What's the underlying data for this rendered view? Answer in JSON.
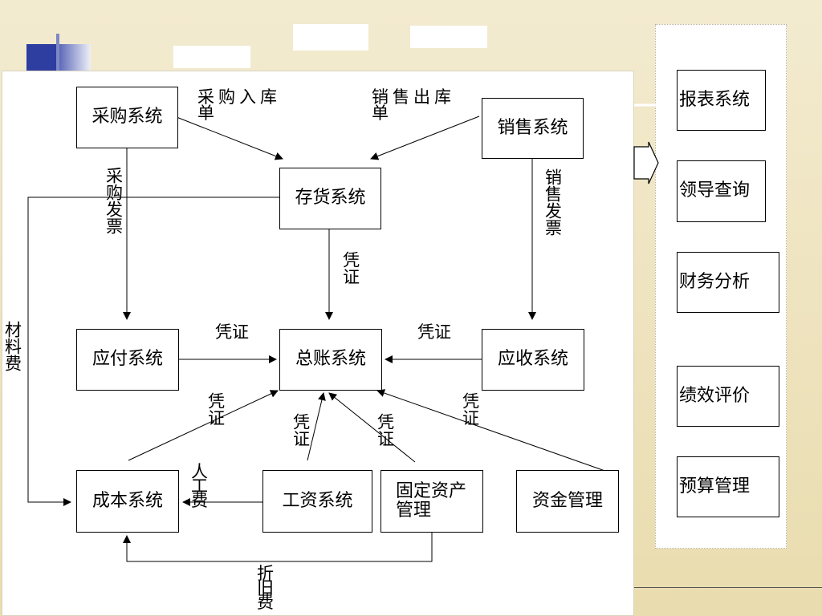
{
  "nodes": {
    "procurement": "采购系统",
    "sales": "销售系统",
    "inventory": "存货系统",
    "payable": "应付系统",
    "ledger": "总账系统",
    "receivable": "应收系统",
    "cost": "成本系统",
    "payroll": "工资系统",
    "fixed_assets": "固定资产管理",
    "funds": "资金管理"
  },
  "side_nodes": [
    "报表系统",
    "领导查询",
    "财务分析",
    "绩效评价",
    "预算管理"
  ],
  "edge_labels": {
    "purchase_receipt": "采购入库单",
    "sales_dispatch": "销售出库单",
    "purchase_invoice": "采购发票",
    "sales_invoice": "销售发票",
    "material_cost": "材料费",
    "voucher": "凭证",
    "labor_cost": "人工费",
    "depreciation": "折旧费"
  },
  "colors": {
    "background": "#efe4c2",
    "accent_square": "#2e3da0",
    "box_border": "#000000"
  }
}
